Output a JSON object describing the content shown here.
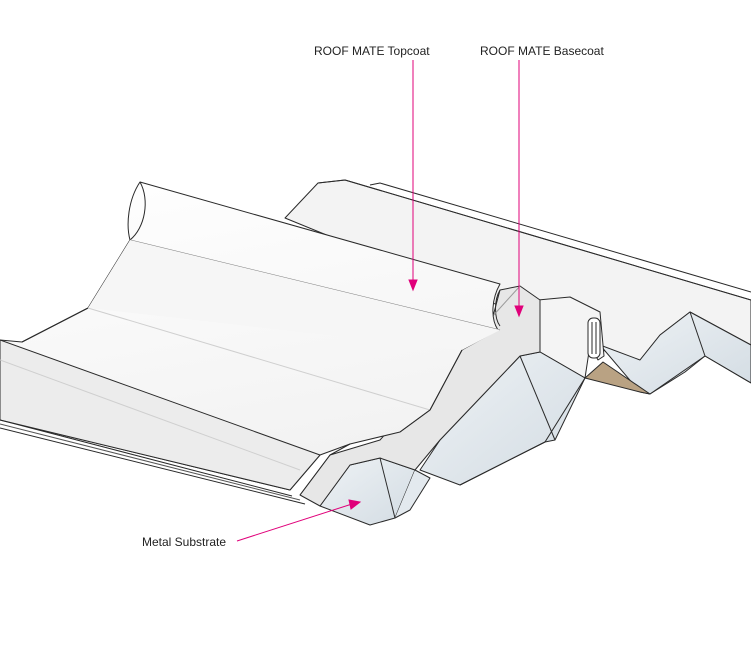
{
  "diagram": {
    "labels": {
      "topcoat": "ROOF MATE Topcoat",
      "basecoat": "ROOF MATE Basecoat",
      "substrate": "Metal Substrate"
    },
    "colors": {
      "callout": "#e0007a",
      "outline": "#2a2a2a",
      "coating_white": "#ffffff",
      "shade_light": "#eeeeee",
      "shade_mid": "#dddddd",
      "metal_blue": "#dfe6ec",
      "insulation_tan": "#b9a283"
    }
  }
}
